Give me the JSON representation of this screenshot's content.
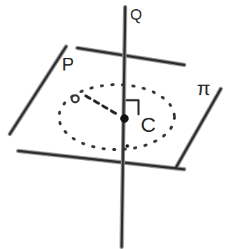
{
  "diagram": {
    "labels": [
      "Q",
      "P",
      "π",
      "C"
    ]
  }
}
